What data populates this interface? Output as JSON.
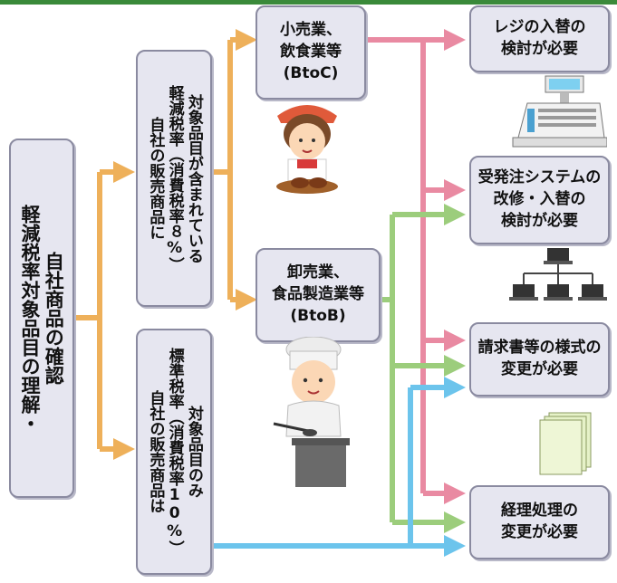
{
  "main_box": {
    "line1": "軽減税率対象品目の理解・",
    "line2": "自社商品の確認"
  },
  "reduced_box": {
    "line1": "自社の販売商品に",
    "line2": "軽減税率（消費税率８%）",
    "line3": "対象品目が含まれている"
  },
  "standard_box": {
    "line1": "自社の販売商品は",
    "line2": "標準税率（消費税率10%）",
    "line3": "対象品目のみ"
  },
  "retail_box": {
    "line1": "小売業、",
    "line2": "飲食業等",
    "line3": "(BtoC)"
  },
  "wholesale_box": {
    "line1": "卸売業、",
    "line2": "食品製造業等",
    "line3": "(BtoB)"
  },
  "result_register": {
    "line1": "レジの入替の",
    "line2": "検討が必要"
  },
  "result_ordering": {
    "line1": "受発注システムの",
    "line2": "改修・入替の",
    "line3": "検討が必要"
  },
  "result_invoice": {
    "line1": "請求書等の様式の",
    "line2": "変更が必要"
  },
  "result_accounting": {
    "line1": "経理処理の",
    "line2": "変更が必要"
  },
  "colors": {
    "orange": "#eeb05a",
    "pink": "#e98aa2",
    "green": "#9ccd7c",
    "blue": "#6cc4ec",
    "box_fill": "#e6e6f0",
    "top_bar": "#3a8a3a"
  },
  "icons": [
    "cash-register-icon",
    "network-icon",
    "documents-icon",
    "waitress-icon",
    "chef-icon"
  ]
}
